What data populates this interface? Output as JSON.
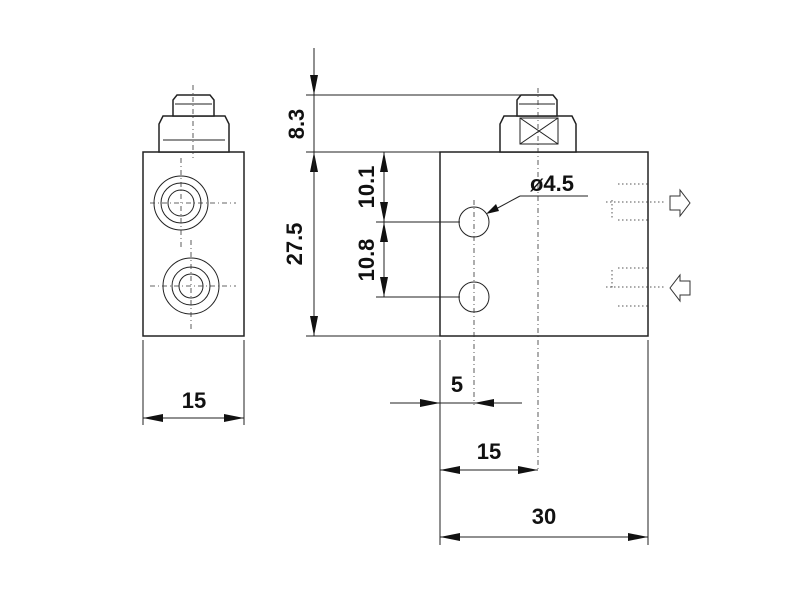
{
  "dimensions": {
    "top_cap_height": "8.3",
    "body_height": "27.5",
    "upper_hole_offset": "10.1",
    "hole_spacing": "10.8",
    "hole_diameter": "ø4.5",
    "side_width": "15",
    "hole_x_offset": "5",
    "center_offset": "15",
    "front_width": "30"
  }
}
